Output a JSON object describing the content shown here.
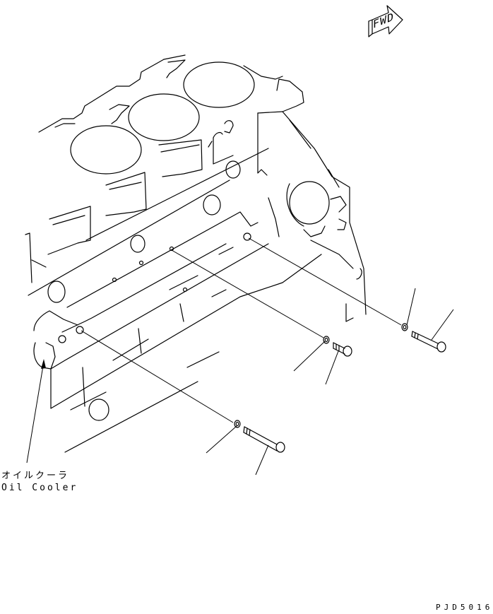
{
  "diagram": {
    "type": "exploded-parts-view",
    "subject": "Engine cylinder block with oil cooler mounting bolts",
    "direction_indicator": {
      "label": "FWD",
      "icon": "forward-arrow-icon"
    },
    "callouts": [
      {
        "id": "oil-cooler",
        "label_jp": "オイルクーラ",
        "label_en": "Oil Cooler"
      }
    ],
    "parts": [
      {
        "name": "washer-1",
        "position": "lower-left"
      },
      {
        "name": "bolt-long-1",
        "position": "lower-left"
      },
      {
        "name": "washer-2",
        "position": "middle"
      },
      {
        "name": "bolt-short",
        "position": "middle"
      },
      {
        "name": "washer-3",
        "position": "right"
      },
      {
        "name": "bolt-long-2",
        "position": "right"
      }
    ],
    "drawing_code": "PJD5016"
  }
}
